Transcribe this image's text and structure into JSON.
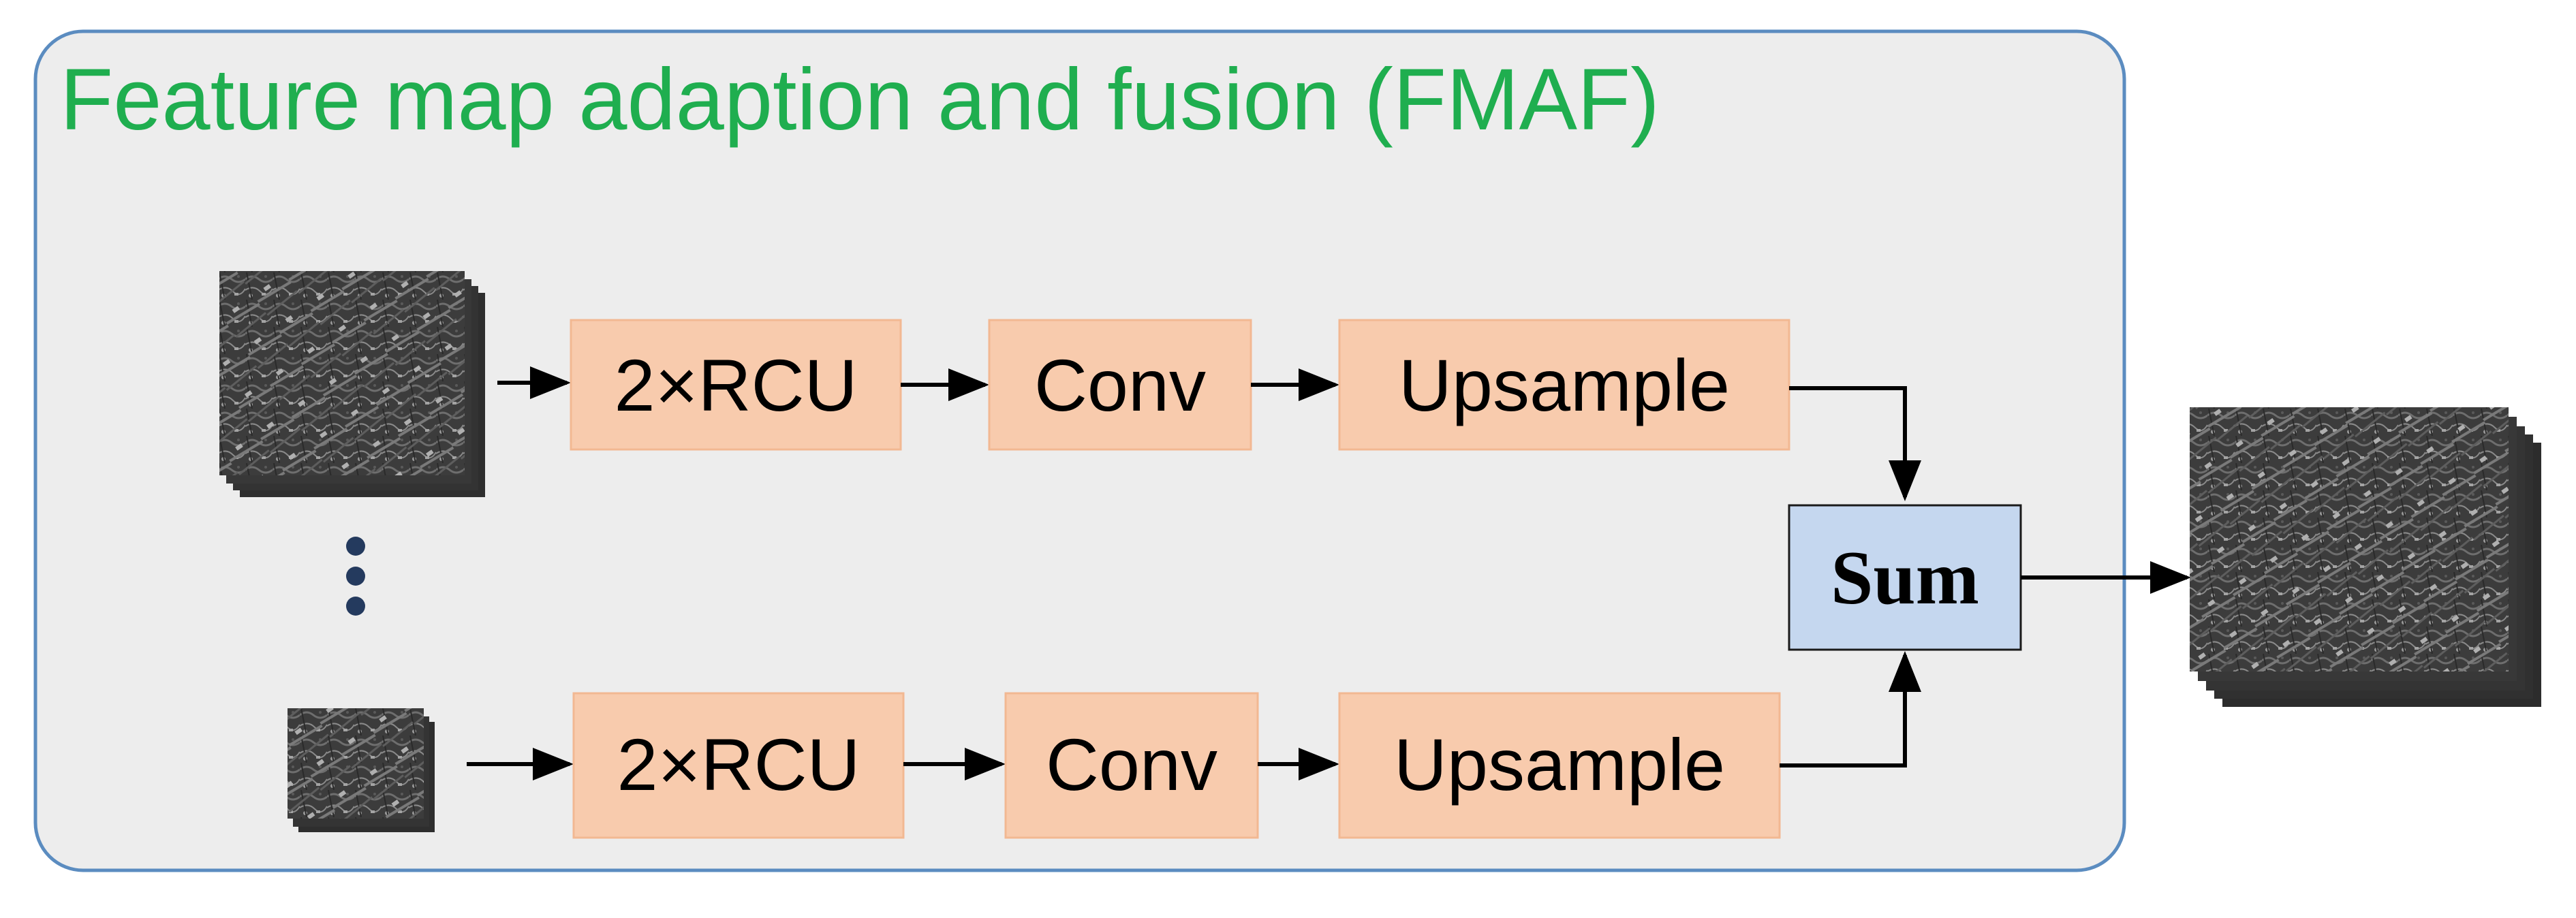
{
  "title": "Feature map adaption and fusion (FMAF)",
  "colors": {
    "title_green": "#1fae4f",
    "panel_fill": "#ededed",
    "panel_border": "#5b8cc0",
    "op_box_fill": "#f8cbad",
    "op_box_border": "#f2b892",
    "sum_fill": "#c5d7ef",
    "sum_border": "#1a1a1a",
    "dots": "#243a5e",
    "arrow": "#000000"
  },
  "branches": [
    {
      "rcu": "2×RCU",
      "conv": "Conv",
      "upsample": "Upsample"
    },
    {
      "rcu": "2×RCU",
      "conv": "Conv",
      "upsample": "Upsample"
    }
  ],
  "fusion": {
    "sum": "Sum"
  },
  "icons": {
    "input_large": "sar-feature-map-stack-icon",
    "input_small": "sar-feature-map-stack-icon",
    "ellipsis": "vertical-ellipsis-icon",
    "output": "sar-feature-map-stack-icon"
  }
}
